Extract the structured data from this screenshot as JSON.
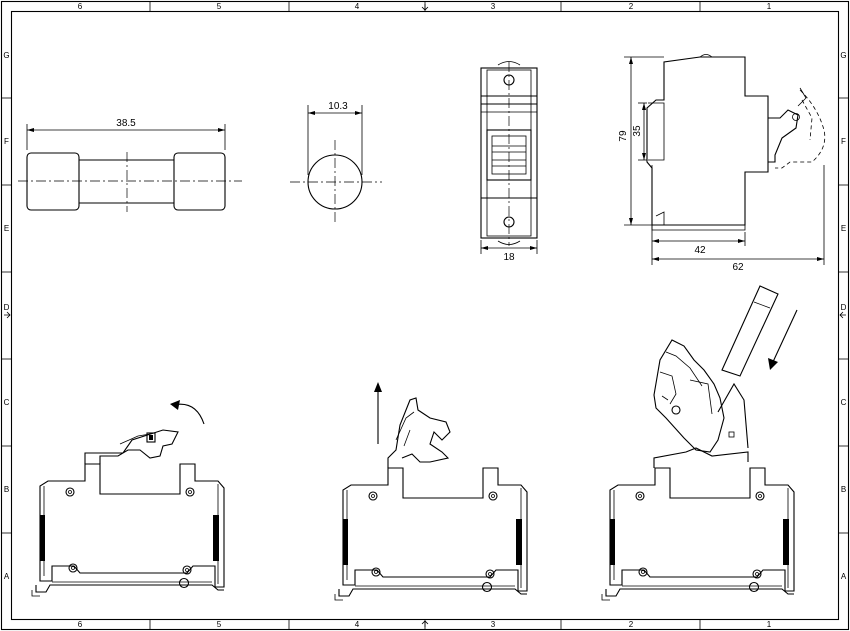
{
  "frame": {
    "columns": [
      "6",
      "5",
      "4",
      "3",
      "2",
      "1"
    ],
    "rows": [
      "G",
      "F",
      "E",
      "D",
      "C",
      "B",
      "A"
    ]
  },
  "dimensions": {
    "fuse_length": "38.5",
    "fuse_diameter": "10.3",
    "holder_width": "18",
    "holder_height": "79",
    "holder_inner_height": "35",
    "holder_depth_42": "42",
    "holder_depth_62": "62"
  }
}
